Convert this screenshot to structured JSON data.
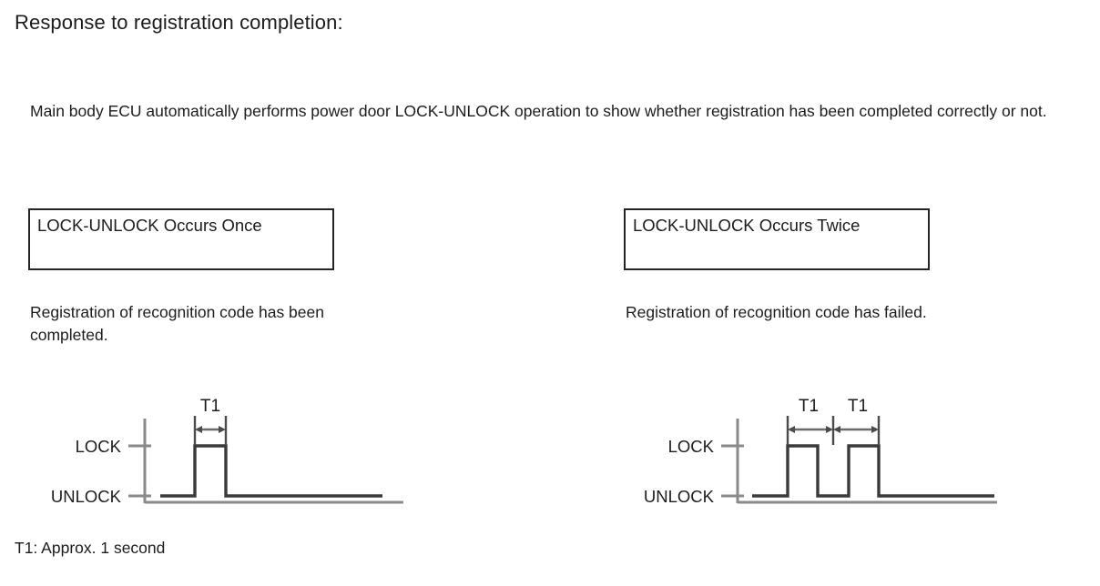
{
  "heading": "Response to registration completion:",
  "intro": "Main body ECU automatically performs power door LOCK-UNLOCK operation to show whether registration has been completed correctly or not.",
  "footnote": "T1: Approx. 1 second",
  "colors": {
    "ink": "#1c1c1c",
    "box_border": "#242424",
    "waveform": "#3a3a3a",
    "axis": "#8a8a8a",
    "background": "#ffffff"
  },
  "columns": [
    {
      "id": "once",
      "box_label": "LOCK-UNLOCK Occurs Once",
      "caption": "Registration of recognition code has been completed.",
      "chart_data": {
        "type": "line",
        "title": "LOCK-UNLOCK Occurs Once",
        "xlabel": "",
        "ylabel": "",
        "y_levels": [
          "LOCK",
          "UNLOCK"
        ],
        "tick_labels": [
          "LOCK",
          "UNLOCK"
        ],
        "annotations": [
          "T1"
        ],
        "dimension_count": 1,
        "pulse_count": 1,
        "grid": false,
        "legend": false,
        "x": [
          0,
          38,
          38,
          72,
          72,
          272
        ],
        "values": [
          "UNLOCK",
          "UNLOCK",
          "LOCK",
          "LOCK",
          "UNLOCK",
          "UNLOCK"
        ],
        "pulses": [
          {
            "label": "T1",
            "start": 38,
            "end": 72,
            "level": "LOCK"
          }
        ]
      }
    },
    {
      "id": "twice",
      "box_label": "LOCK-UNLOCK Occurs Twice",
      "caption": "Registration of recognition code has failed.",
      "chart_data": {
        "type": "line",
        "title": "LOCK-UNLOCK Occurs Twice",
        "xlabel": "",
        "ylabel": "",
        "y_levels": [
          "LOCK",
          "UNLOCK"
        ],
        "tick_labels": [
          "LOCK",
          "UNLOCK"
        ],
        "annotations": [
          "T1",
          "T1"
        ],
        "dimension_count": 2,
        "pulse_count": 2,
        "grid": false,
        "legend": false,
        "x": [
          0,
          55,
          55,
          88,
          88,
          122,
          122,
          155,
          155,
          285
        ],
        "values": [
          "UNLOCK",
          "UNLOCK",
          "LOCK",
          "LOCK",
          "UNLOCK",
          "UNLOCK",
          "LOCK",
          "LOCK",
          "UNLOCK",
          "UNLOCK"
        ],
        "pulses": [
          {
            "label": "T1",
            "start": 55,
            "end": 88,
            "level": "LOCK"
          },
          {
            "label": "T1",
            "start": 122,
            "end": 155,
            "level": "LOCK"
          }
        ]
      }
    }
  ]
}
